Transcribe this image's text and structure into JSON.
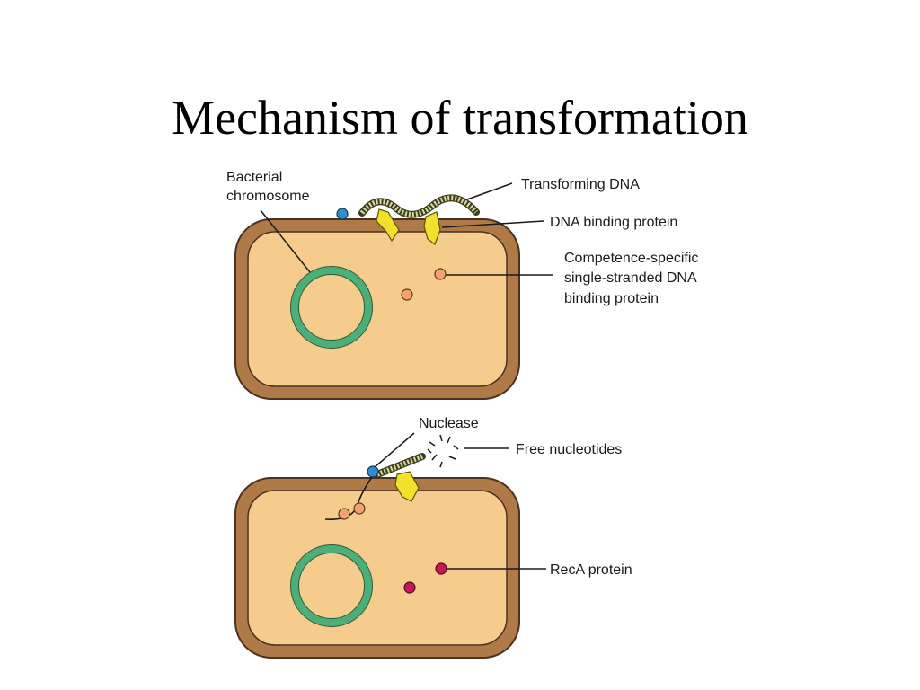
{
  "title": "Mechanism of transformation",
  "labels": {
    "bacterial_chromosome": [
      "Bacterial",
      "chromosome"
    ],
    "transforming_dna": "Transforming DNA",
    "dna_binding_protein": "DNA binding protein",
    "competence_protein": [
      "Competence-specific",
      "single-stranded DNA",
      "binding protein"
    ],
    "nuclease": "Nuclease",
    "free_nucleotides": "Free nucleotides",
    "reca_protein": "RecA protein"
  },
  "colors": {
    "cell_wall": "#b07a48",
    "cytoplasm": "#f6cc8c",
    "chromosome": "#4caf7a",
    "dna_strand": "#d8d8a0",
    "binding_protein": "#f2e12a",
    "nuclease": "#2e8fd0",
    "competence_protein": "#f5a070",
    "reca_protein": "#c8185a"
  }
}
